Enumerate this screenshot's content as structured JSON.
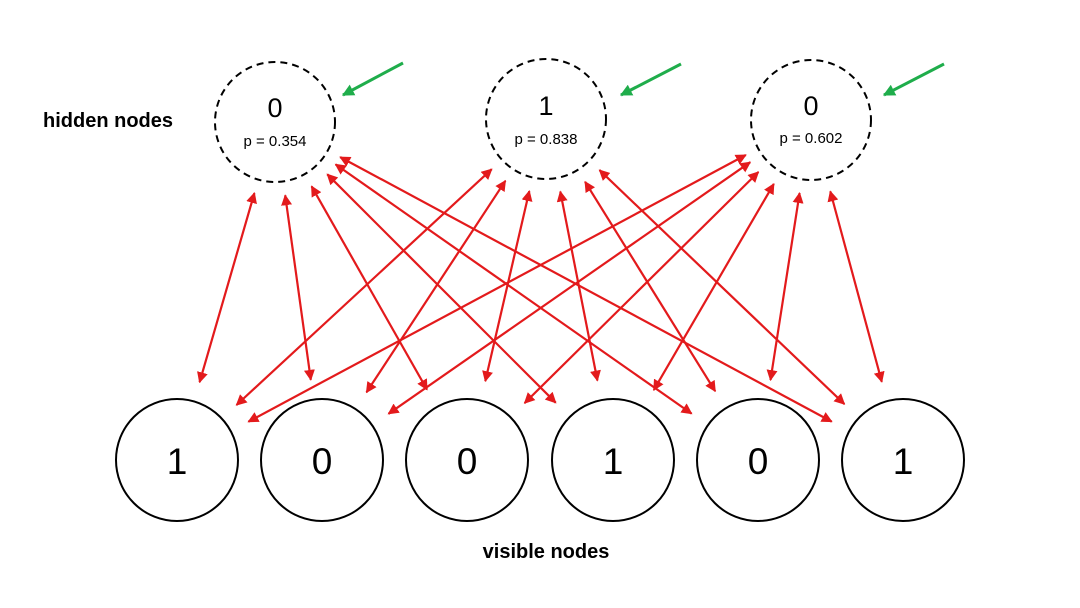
{
  "labels": {
    "hidden": "hidden nodes",
    "visible": "visible nodes"
  },
  "hidden_nodes": [
    {
      "value": "0",
      "probability": "p = 0.354"
    },
    {
      "value": "1",
      "probability": "p = 0.838"
    },
    {
      "value": "0",
      "probability": "p = 0.602"
    }
  ],
  "visible_nodes": [
    {
      "value": "1"
    },
    {
      "value": "0"
    },
    {
      "value": "0"
    },
    {
      "value": "1"
    },
    {
      "value": "0"
    },
    {
      "value": "1"
    }
  ],
  "colors": {
    "edge": "#e31a1c",
    "indicator_arrow": "#1fad4b",
    "node_stroke": "#000000"
  }
}
